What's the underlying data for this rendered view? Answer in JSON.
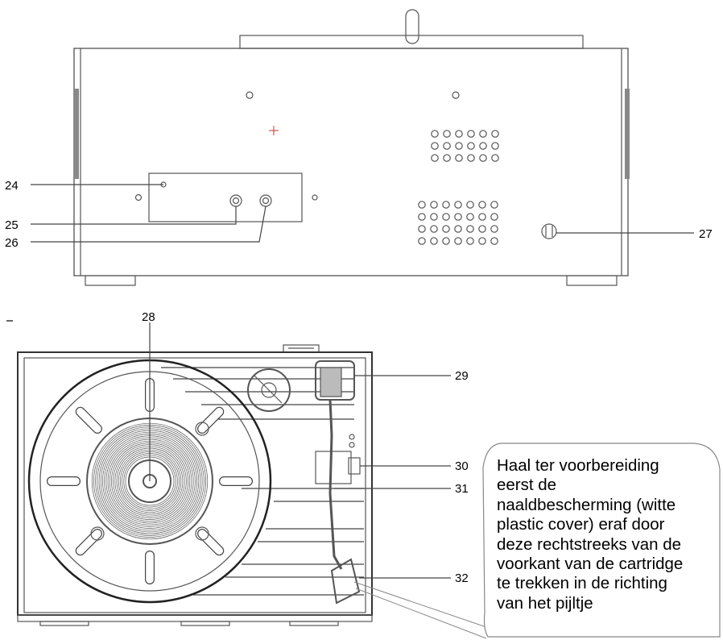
{
  "labels": {
    "l24": "24",
    "l25": "25",
    "l26": "26",
    "l27": "27",
    "l28": "28",
    "l29": "29",
    "l30": "30",
    "l31": "31",
    "l32": "32"
  },
  "callout": {
    "text": "Haal ter voorbereiding\neerst de\nnaaldbescherming (witte\nplastic cover) eraf door\ndeze rechtstreeks van de\nvoorkant van de cartridge\nte trekken in de richting\nvan het pijltje"
  },
  "colors": {
    "line": "#555555",
    "accent": "#cc3333",
    "text": "#000000"
  }
}
